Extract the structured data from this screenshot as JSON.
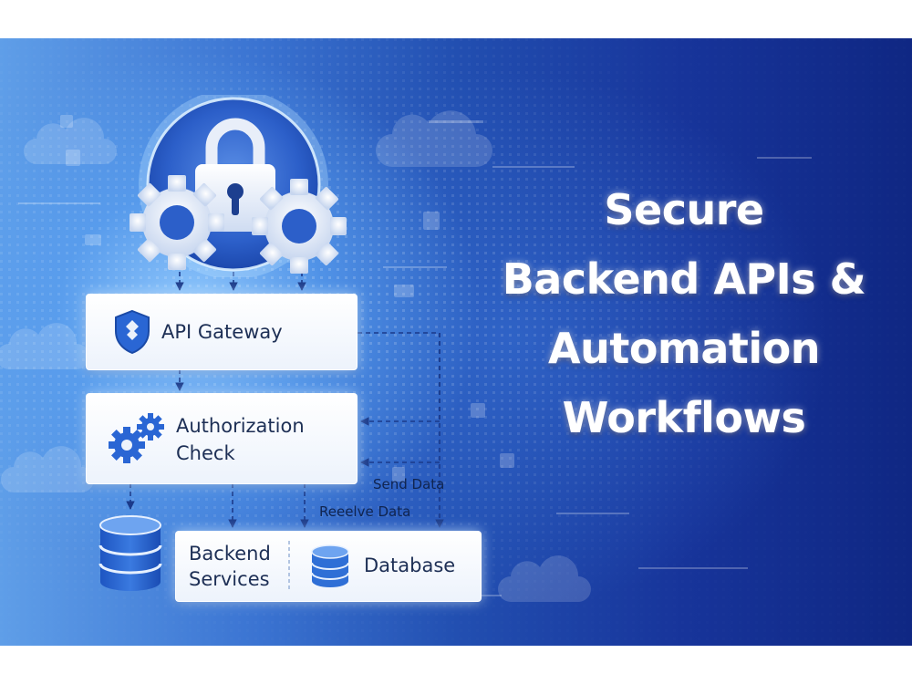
{
  "headline": {
    "lines": [
      "Secure",
      "Backend APIs &",
      "Automation",
      "Workflows"
    ]
  },
  "diagram": {
    "api_gateway": {
      "label": "API Gateway"
    },
    "authorization": {
      "line1": "Authorization",
      "line2": "Check"
    },
    "backend_services": {
      "line1": "Backend",
      "line2": "Services"
    },
    "database": {
      "label": "Database"
    },
    "send_data_label": "Send Data",
    "receive_data_label": "Reeelve Data"
  },
  "colors": {
    "accent_blue": "#2f6fd6",
    "dark_blue": "#1a3f9e",
    "text_dark": "#1d2f55"
  },
  "icons": [
    "lock-icon",
    "gear-icon",
    "shield-icon",
    "gears-icon",
    "database-icon",
    "cloud-icon",
    "user-icon"
  ]
}
